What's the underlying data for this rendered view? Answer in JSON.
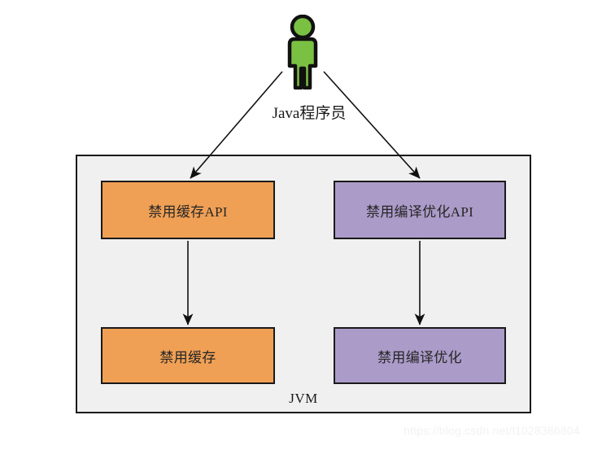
{
  "diagram": {
    "type": "flowchart",
    "actor": {
      "icon": "person-icon",
      "label": "Java程序员"
    },
    "container": {
      "label": "JVM"
    },
    "nodes": [
      {
        "id": "cache-api",
        "label": "禁用缓存API",
        "color": "#f0a055",
        "column": "left"
      },
      {
        "id": "compile-api",
        "label": "禁用编译优化API",
        "color": "#ab9bc8",
        "column": "right"
      },
      {
        "id": "cache",
        "label": "禁用缓存",
        "color": "#f0a055",
        "column": "left"
      },
      {
        "id": "compile",
        "label": "禁用编译优化",
        "color": "#ab9bc8",
        "column": "right"
      }
    ],
    "edges": [
      {
        "from": "actor",
        "to": "cache-api",
        "style": "solid-arrow"
      },
      {
        "from": "actor",
        "to": "compile-api",
        "style": "solid-arrow"
      },
      {
        "from": "cache-api",
        "to": "cache",
        "style": "solid-arrow"
      },
      {
        "from": "compile-api",
        "to": "compile",
        "style": "solid-arrow"
      }
    ],
    "colors": {
      "orange": "#f0a055",
      "purple": "#ab9bc8",
      "person_body": "#7ac143",
      "container_bg": "#f0f0f0",
      "stroke": "#1a1a1a"
    }
  },
  "watermark": {
    "text": "https://blog.csdn.net/l1028386804"
  }
}
